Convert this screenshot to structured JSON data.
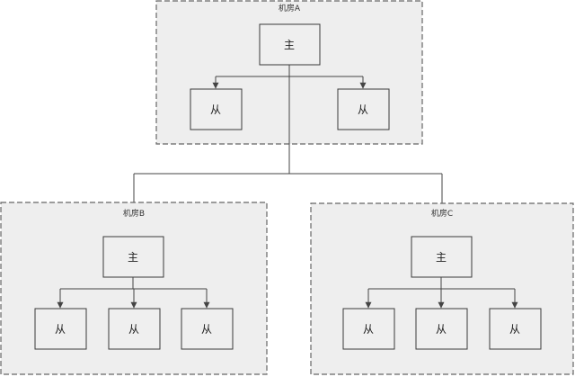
{
  "rooms": [
    {
      "label": "机房A",
      "primary": "主",
      "replicas": [
        "从",
        "从"
      ]
    },
    {
      "label": "机房B",
      "primary": "主",
      "replicas": [
        "从",
        "从",
        "从"
      ]
    },
    {
      "label": "机房C",
      "primary": "主",
      "replicas": [
        "从",
        "从",
        "从"
      ]
    }
  ],
  "colors": {
    "room_fill": "#eeeeee",
    "room_border": "#666666",
    "node_fill": "#efefef",
    "node_border": "#3a3a3a",
    "connector": "#444444"
  }
}
